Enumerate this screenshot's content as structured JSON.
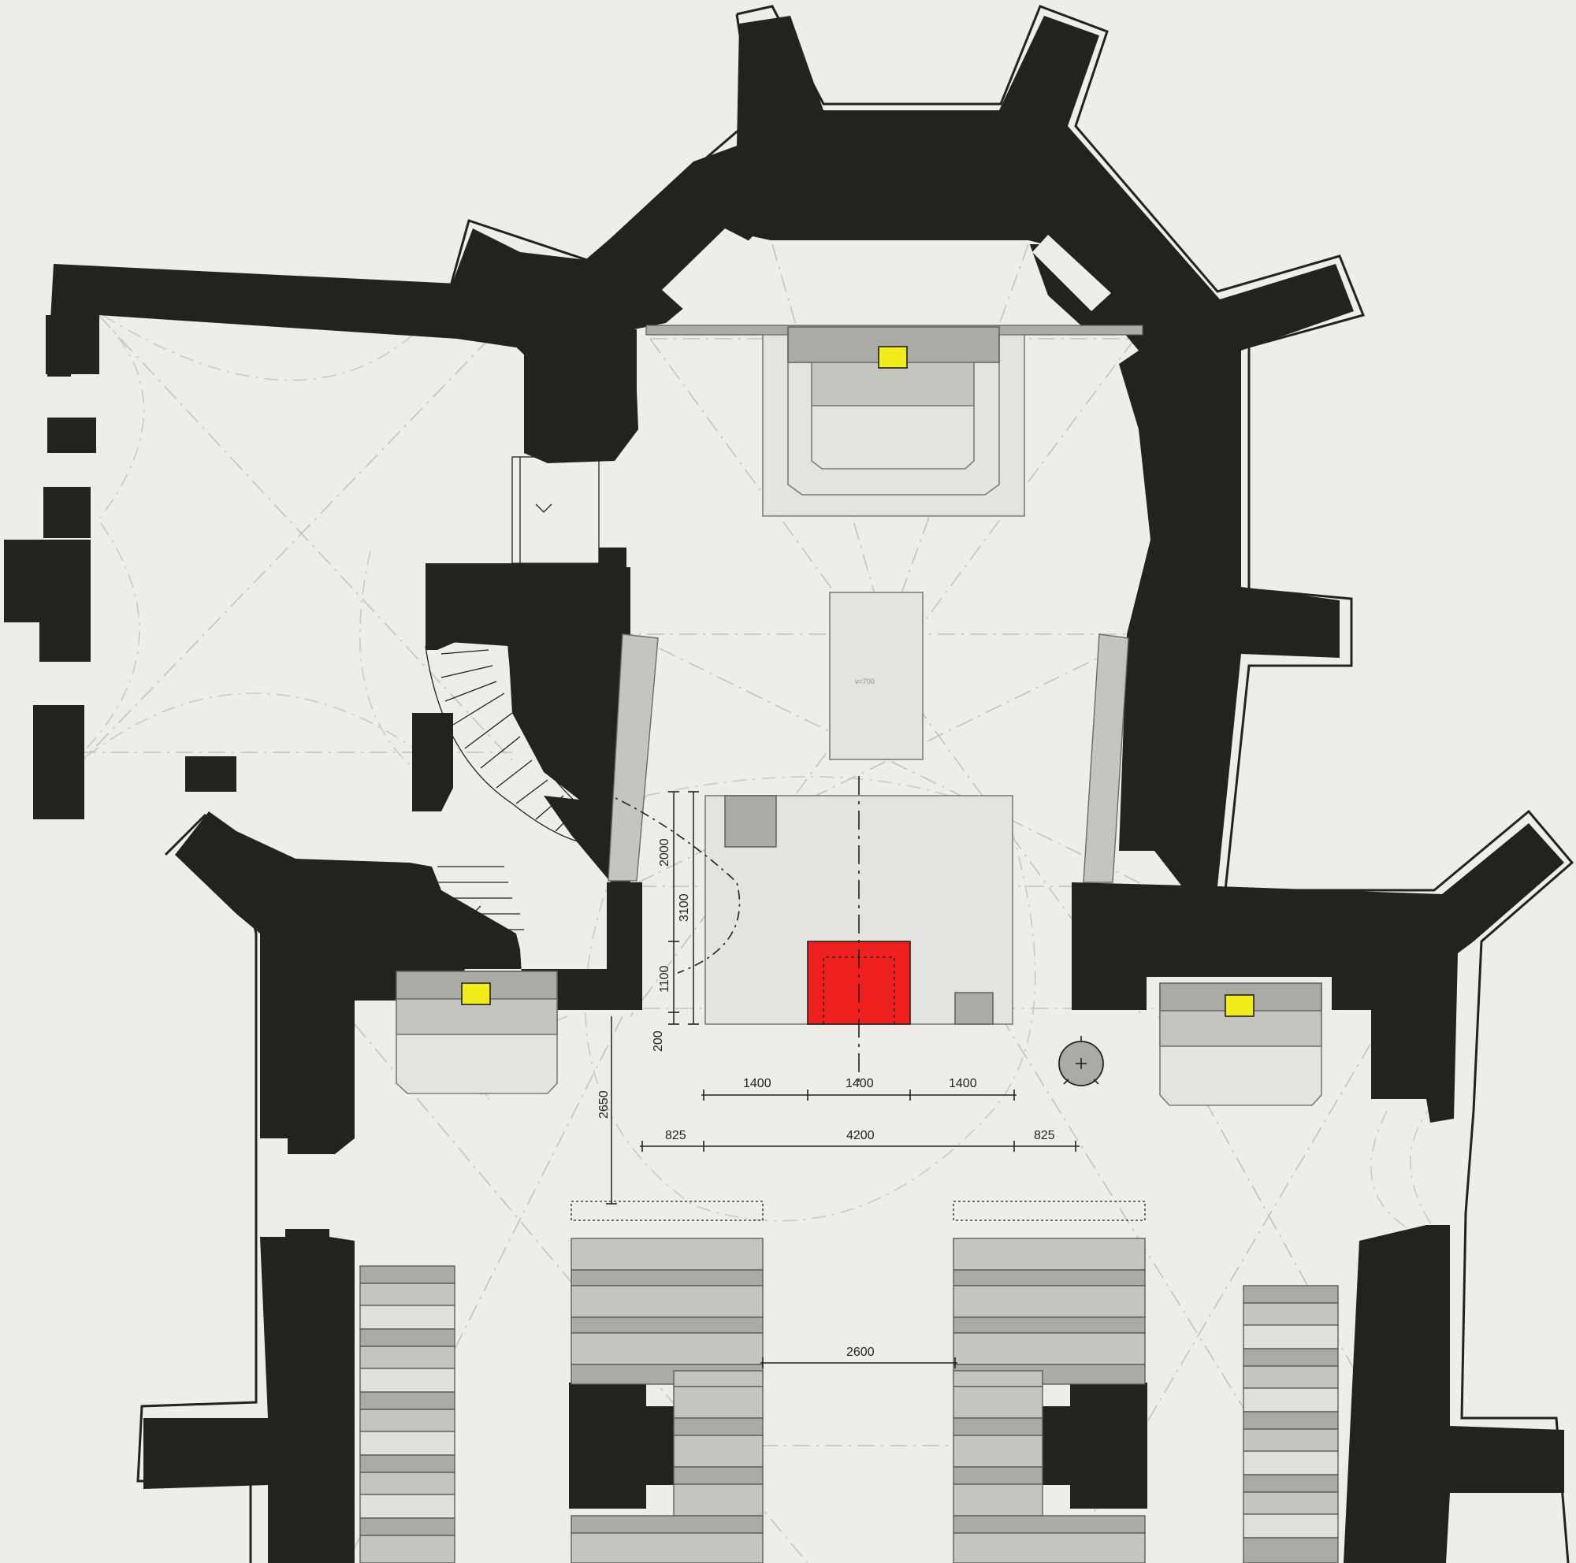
{
  "plan": {
    "colors": {
      "wall": "#22221e",
      "background": "#eeede9",
      "altar": "#ee2020",
      "candle_marker": "#f2ec1c"
    },
    "labels": {
      "table_height": "v=700"
    },
    "dimensions": {
      "d_2000": "2000",
      "d_3100": "3100",
      "d_1100": "1100",
      "d_200": "200",
      "d_2650": "2650",
      "d_1400_a": "1400",
      "d_1400_b": "1400",
      "d_1400_c": "1400",
      "d_825_a": "825",
      "d_4200": "4200",
      "d_825_b": "825",
      "d_2600": "2600"
    },
    "icons": {
      "altar": "altar-block",
      "candle": "candle-marker",
      "font": "baptismal-font-icon"
    }
  }
}
